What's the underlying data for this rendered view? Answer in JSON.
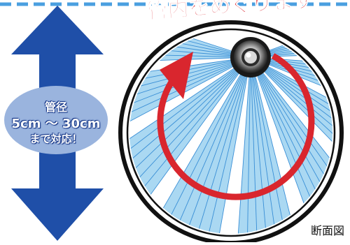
{
  "header_text": "管内をめぐります",
  "badge": {
    "line1": "管径",
    "line2": "5cm 〜 30cm",
    "line3": "まで対応！"
  },
  "caption": "断面図",
  "colors": {
    "arrow_blue": "#1f4fa8",
    "badge_fill": "#9ab4de",
    "beam_blue": "#aad8f2",
    "beam_line": "#3a8fd6",
    "red_arrow": "#d9262e",
    "dash_blue": "#4a9fe0"
  },
  "icons": {
    "double-arrow": "vertical-double-arrow-icon",
    "camera": "camera-lens-icon",
    "rotation": "circular-rotation-arrow-icon"
  }
}
